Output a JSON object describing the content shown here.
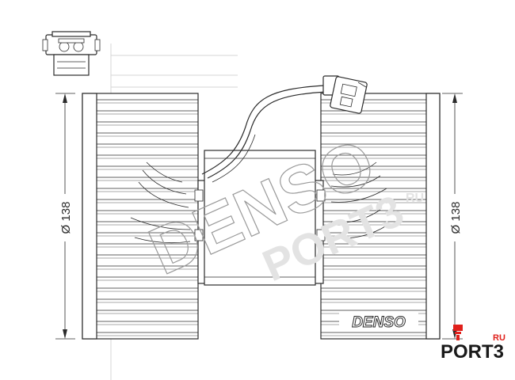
{
  "dimensions": {
    "left_label": "Ø 138",
    "right_label": "Ø 138"
  },
  "housing": {
    "brand_label": "DENSO"
  },
  "watermark": {
    "brand": "DENSO",
    "site": "PORT3",
    "suffix": "RU"
  },
  "logo": {
    "name": "PORT3",
    "suffix": "RU",
    "accent_color": "#e0201b",
    "text_color": "#1a1a1a"
  },
  "colors": {
    "line": "#2b2b2b",
    "background": "#ffffff"
  }
}
